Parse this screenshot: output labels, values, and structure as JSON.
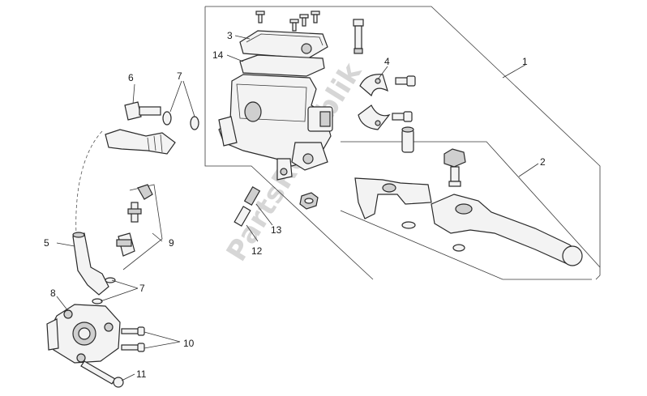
{
  "callouts": {
    "c1": "1",
    "c2": "2",
    "c3": "3",
    "c4": "4",
    "c5": "5",
    "c6": "6",
    "c7a": "7",
    "c7b": "7",
    "c8": "8",
    "c9": "9",
    "c10": "10",
    "c11": "11",
    "c12": "12",
    "c13": "13",
    "c14": "14"
  },
  "watermark": "PartsRepublik",
  "colors": {
    "line": "#2a2a2a",
    "fill": "#f3f3f3",
    "shade": "#cfcfcf",
    "watermark": "#cfcfcf"
  }
}
